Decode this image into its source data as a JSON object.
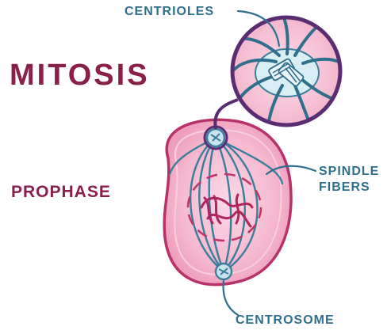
{
  "labels": {
    "title": "MITOSIS",
    "phase": "PROPHASE",
    "centrioles": "CENTRIOLES",
    "spindle_line1": "SPINDLE",
    "spindle_line2": "FIBERS",
    "centrosome": "CENTROSOME"
  },
  "colors": {
    "title": "#8a1f4a",
    "annotation": "#2f6f8c",
    "cell_fill": "#f5b8cf",
    "cell_outline": "#b7326a",
    "inset_border": "#5a2d73",
    "fiber": "#3b7e9b",
    "chromatin": "#b0245d"
  }
}
